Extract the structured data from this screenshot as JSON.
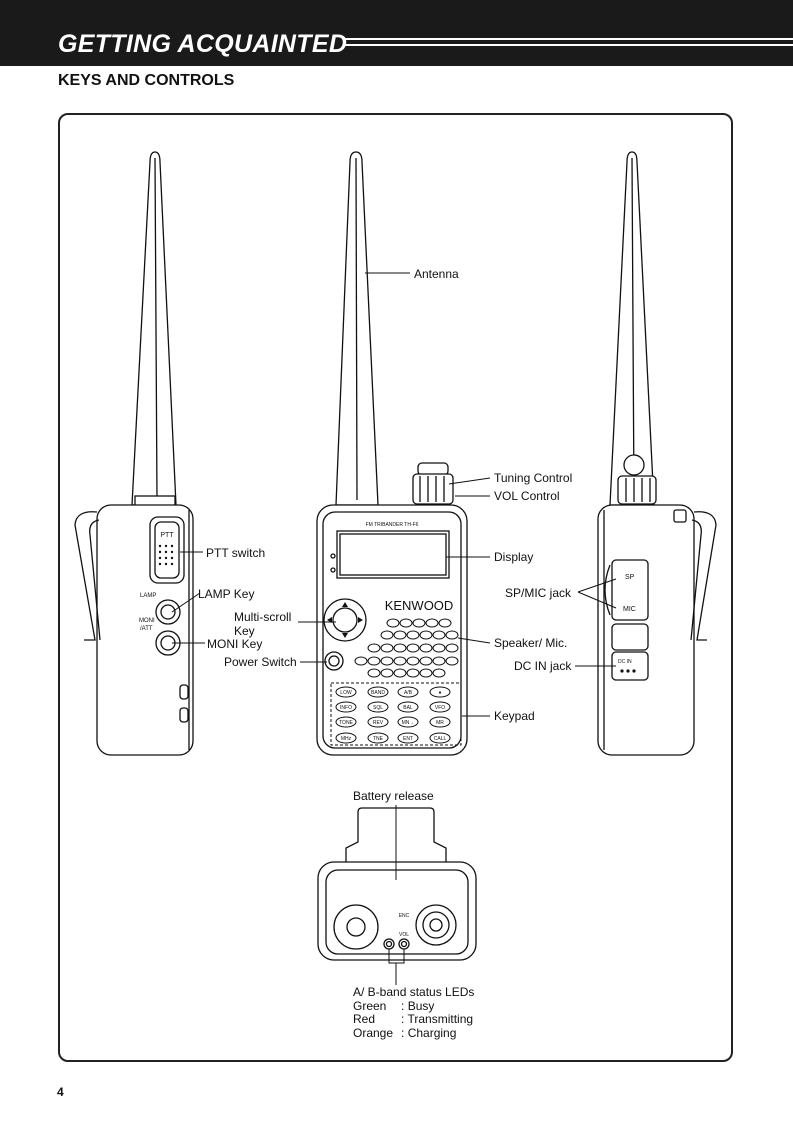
{
  "header": {
    "title": "GETTING ACQUAINTED"
  },
  "section": {
    "title": "KEYS AND CONTROLS"
  },
  "callouts": {
    "antenna": "Antenna",
    "tuning_control": "Tuning Control",
    "vol_control": "VOL Control",
    "ptt_switch": "PTT switch",
    "display": "Display",
    "lamp_key": "LAMP Key",
    "sp_mic_jack": "SP/MIC jack",
    "multi_scroll_key": "Multi-scroll Key",
    "moni_key": "MONI Key",
    "speaker_mic": "Speaker/ Mic.",
    "power_switch": "Power Switch",
    "dc_in_jack": "DC IN jack",
    "keypad": "Keypad",
    "battery_release": "Battery release"
  },
  "led_legend": {
    "title": "A/ B-band status LEDs",
    "rows": [
      {
        "color": "Green",
        "sep": ":",
        "meaning": "Busy"
      },
      {
        "color": "Red",
        "sep": ":",
        "meaning": "Transmitting"
      },
      {
        "color": "Orange",
        "sep": ":",
        "meaning": "Charging"
      }
    ]
  },
  "radio_markings": {
    "brand": "KENWOOD",
    "model": "FM TRIBANDER TH-F6",
    "ptt": "PTT",
    "lamp": "LAMP",
    "moni_att": "MONI /ATT",
    "sp": "SP",
    "mic": "MIC",
    "dc_in": "DC IN",
    "enc": "ENC",
    "vol": "VOL"
  },
  "keypad_rows": [
    [
      "LOW",
      "BAND",
      "A/B",
      "●"
    ],
    [
      "INFO",
      "SQL",
      "BAL",
      "VFO"
    ],
    [
      "TONE",
      "REV",
      "MN→",
      "MR"
    ],
    [
      "MHz",
      "TNE",
      "ENT",
      "CALL"
    ]
  ],
  "page": {
    "number": "4"
  }
}
